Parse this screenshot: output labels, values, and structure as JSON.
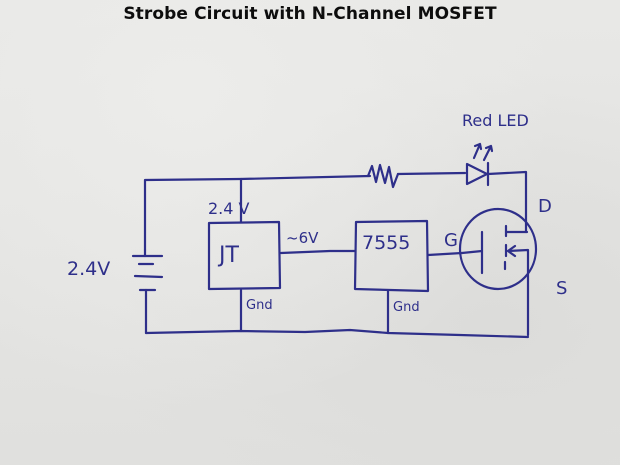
{
  "title": "Strobe Circuit with N-Channel MOSFET",
  "ink_color": "#2e2f8a",
  "labels": {
    "battery": "2.4V",
    "jt_supply": "2.4 V",
    "jt_block": "JT",
    "jt_output": "~6V",
    "timer_block": "7555",
    "jt_ground": "Gnd",
    "timer_ground": "Gnd",
    "gate": "G",
    "drain": "D",
    "source": "S",
    "led": "Red LED"
  },
  "components": [
    {
      "type": "battery",
      "label": "2.4V"
    },
    {
      "type": "joule-thief",
      "label": "JT"
    },
    {
      "type": "timer-ic",
      "label": "7555"
    },
    {
      "type": "resistor"
    },
    {
      "type": "led",
      "label": "Red LED"
    },
    {
      "type": "n-channel-mosfet",
      "pins": [
        "G",
        "D",
        "S"
      ]
    }
  ]
}
